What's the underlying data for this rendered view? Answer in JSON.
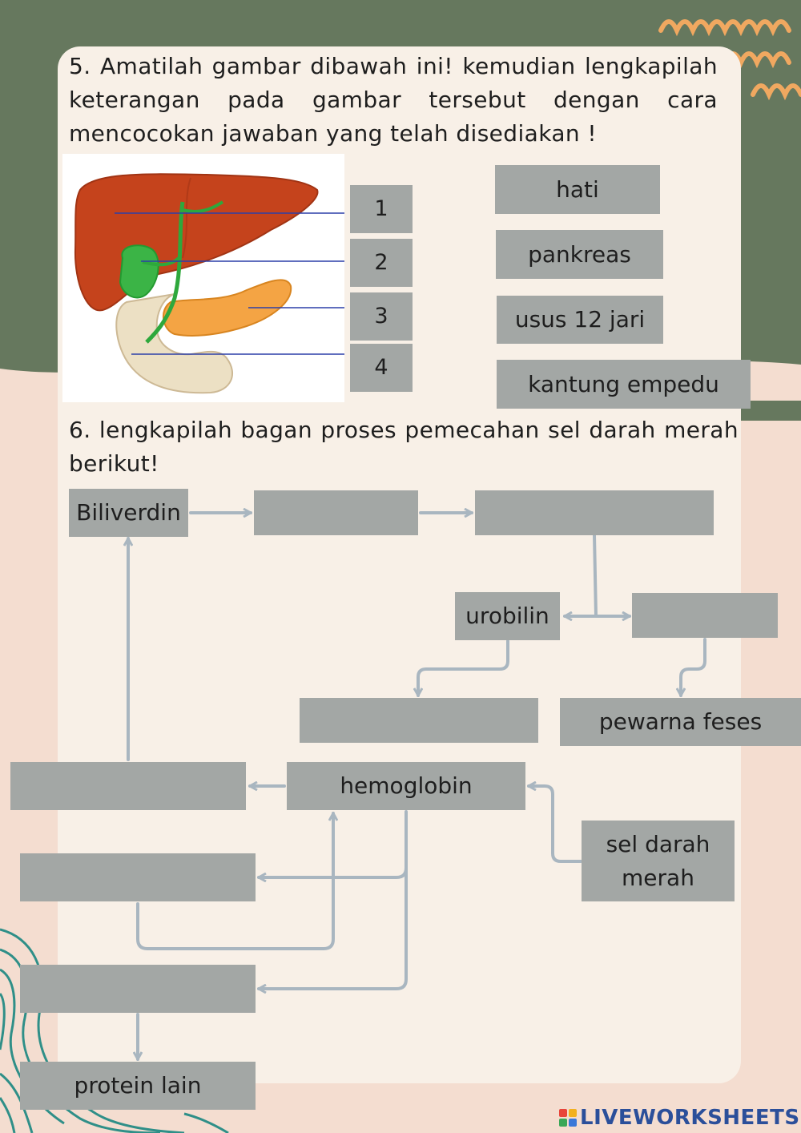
{
  "questions": {
    "q5": "5. Amatilah gambar dibawah ini! kemudian lengkapilah keterangan pada gambar tersebut dengan cara mencocokan jawaban yang telah disediakan !",
    "q6": "6. lengkapilah bagan proses pemecahan sel darah merah berikut!"
  },
  "labels": {
    "numbers": [
      "1",
      "2",
      "3",
      "4"
    ],
    "answers": [
      "hati",
      "pankreas",
      "usus 12 jari",
      "kantung empedu"
    ]
  },
  "diagram": {
    "biliverdin": "Biliverdin",
    "urobilin": "urobilin",
    "pewarna_feses": "pewarna feses",
    "hemoglobin": "hemoglobin",
    "sel_darah_merah": "sel darah merah",
    "protein_lain": "protein lain",
    "blanks": [
      "",
      "",
      "",
      "",
      "",
      "",
      ""
    ]
  },
  "brand": "LIVEWORKSHEETS",
  "colors": {
    "slate": "#66785e",
    "paper": "#f8f0e7",
    "box": "#a3a7a5",
    "arrow": "#a9b6c0",
    "accent": "#f0a860",
    "brand": "#2b4f9a"
  }
}
